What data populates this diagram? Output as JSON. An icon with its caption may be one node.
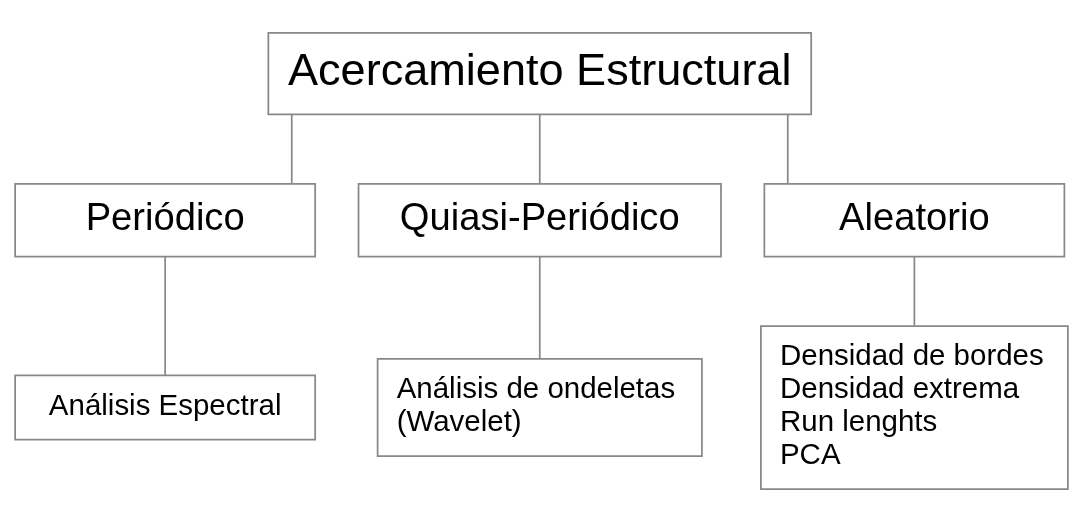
{
  "diagram": {
    "nodes": [
      {
        "text": [
          "Acercamiento Estructural"
        ]
      },
      {
        "text": [
          "Periódico"
        ]
      },
      {
        "text": [
          "Quiasi-Periódico"
        ]
      },
      {
        "text": [
          "Aleatorio"
        ]
      },
      {
        "text": [
          "Análisis Espectral"
        ]
      },
      {
        "text": [
          "Análisis de ondeletas (Wavelet)"
        ]
      },
      {
        "text": [
          "Densidad de bordes",
          "Densidad extrema",
          "Run lenghts",
          "PCA"
        ]
      }
    ],
    "edges": [
      {
        "from": 0,
        "to": 1,
        "arrow": "none"
      },
      {
        "from": 0,
        "to": 2,
        "arrow": "none"
      },
      {
        "from": 0,
        "to": 3,
        "arrow": "none"
      },
      {
        "from": 1,
        "to": 4,
        "arrow": "none"
      },
      {
        "from": 2,
        "to": 5,
        "arrow": "none"
      },
      {
        "from": 3,
        "to": 6,
        "arrow": "none"
      }
    ]
  }
}
